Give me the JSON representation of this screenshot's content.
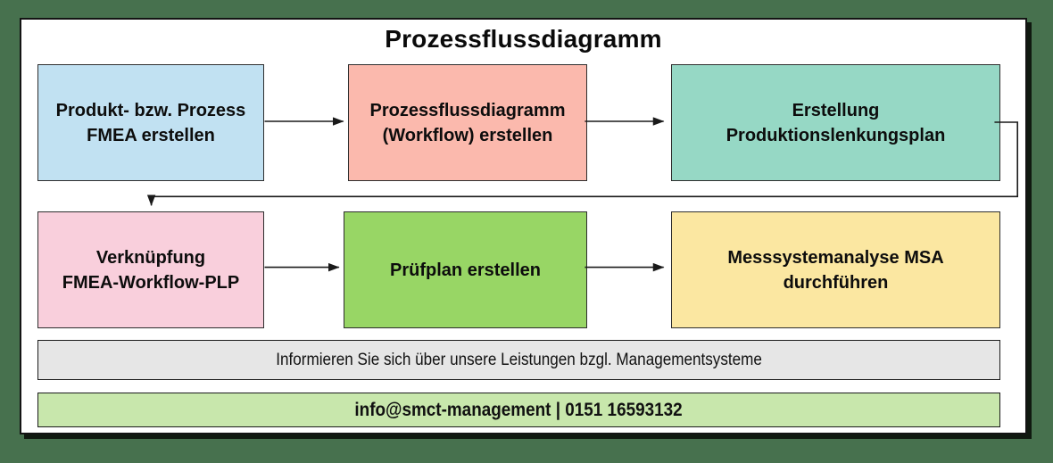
{
  "title": "Prozessflussdiagramm",
  "theme": {
    "frame_color": "#47714E",
    "canvas_color": "#ffffff",
    "arrow_color": "#1a1a1a"
  },
  "boxes": [
    {
      "id": "produkt-prozess-fmea",
      "label": "Produkt- bzw. Prozess\nFMEA erstellen",
      "bg": "#C1E1F2"
    },
    {
      "id": "prozessflussdiagramm-workflow",
      "label": "Prozessflussdiagramm\n(Workflow) erstellen",
      "bg": "#FBB9AD"
    },
    {
      "id": "erstellung-produktionslenkungsplan",
      "label": "Erstellung\nProduktionslenkungsplan",
      "bg": "#96D8C5"
    },
    {
      "id": "verknuepfung-fmea-workflow-plp",
      "label": "Verknüpfung\nFMEA-Workflow-PLP",
      "bg": "#F9CFDC"
    },
    {
      "id": "pruefplan-erstellen",
      "label": "Prüfplan erstellen",
      "bg": "#98D665"
    },
    {
      "id": "messsystemanalyse-msa",
      "label": "Messsystemanalyse MSA\ndurchführen",
      "bg": "#FBE7A1"
    }
  ],
  "banners": {
    "info": {
      "text": "Informieren Sie sich über unsere Leistungen bzgl. Managementsysteme",
      "bg": "#E6E6E6"
    },
    "contact": {
      "text": "info@smct-management | 0151 16593132",
      "bg": "#C8E7AC"
    }
  }
}
